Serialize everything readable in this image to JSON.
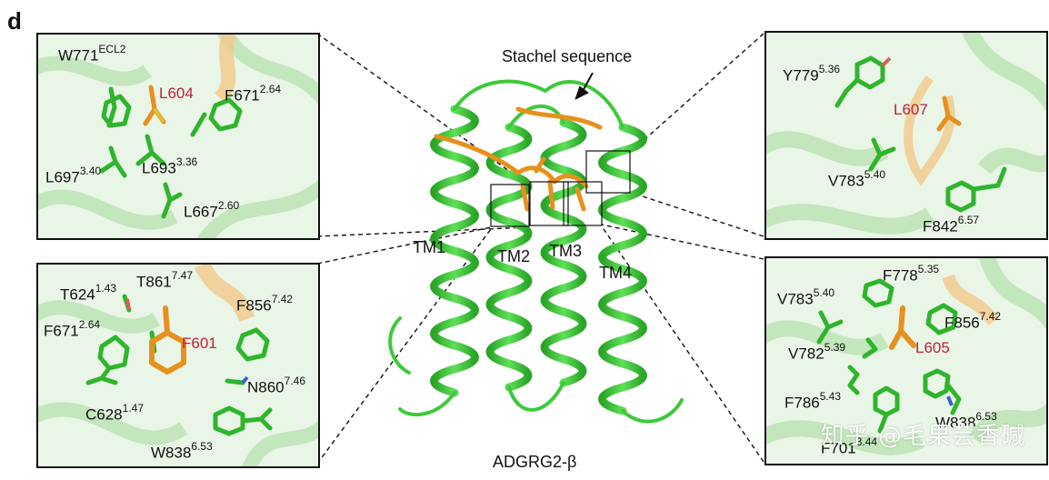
{
  "panel_letter": "d",
  "center": {
    "title": "ADGRG2-β",
    "stachel_label": "Stachel sequence",
    "helix_labels": [
      "TM1",
      "TM2",
      "TM3",
      "TM4"
    ]
  },
  "boxes": {
    "top_left": {
      "residues": [
        {
          "name": "W771",
          "sup": "ECL2",
          "color": "black"
        },
        {
          "name": "L604",
          "sup": "",
          "color": "red"
        },
        {
          "name": "F671",
          "sup": "2.64",
          "color": "black"
        },
        {
          "name": "L697",
          "sup": "3.40",
          "color": "black"
        },
        {
          "name": "L693",
          "sup": "3.36",
          "color": "black"
        },
        {
          "name": "L667",
          "sup": "2.60",
          "color": "black"
        }
      ]
    },
    "bottom_left": {
      "residues": [
        {
          "name": "T624",
          "sup": "1.43",
          "color": "black"
        },
        {
          "name": "T861",
          "sup": "7.47",
          "color": "black"
        },
        {
          "name": "F856",
          "sup": "7.42",
          "color": "black"
        },
        {
          "name": "F671",
          "sup": "2.64",
          "color": "black"
        },
        {
          "name": "F601",
          "sup": "",
          "color": "red"
        },
        {
          "name": "N860",
          "sup": "7.46",
          "color": "black"
        },
        {
          "name": "C628",
          "sup": "1.47",
          "color": "black"
        },
        {
          "name": "W838",
          "sup": "6.53",
          "color": "black"
        }
      ]
    },
    "top_right": {
      "residues": [
        {
          "name": "Y779",
          "sup": "5.36",
          "color": "black"
        },
        {
          "name": "L607",
          "sup": "",
          "color": "red"
        },
        {
          "name": "V783",
          "sup": "5.40",
          "color": "black"
        },
        {
          "name": "F842",
          "sup": "6.57",
          "color": "black"
        }
      ]
    },
    "bottom_right": {
      "residues": [
        {
          "name": "F778",
          "sup": "5.35",
          "color": "black"
        },
        {
          "name": "V783",
          "sup": "5.40",
          "color": "black"
        },
        {
          "name": "F856",
          "sup": "7.42",
          "color": "black"
        },
        {
          "name": "V782",
          "sup": "5.39",
          "color": "black"
        },
        {
          "name": "L605",
          "sup": "",
          "color": "red"
        },
        {
          "name": "F786",
          "sup": "5.43",
          "color": "black"
        },
        {
          "name": "W838",
          "sup": "6.53",
          "color": "black"
        },
        {
          "name": "F701",
          "sup": "3.44",
          "color": "black"
        }
      ]
    }
  },
  "watermark": "知乎 @毛果芸香碱",
  "colors": {
    "helix_green": "#3ec93a",
    "stachel_orange": "#e8901e",
    "label_red": "#c41e3a",
    "box_background": "#e9f5e6"
  }
}
